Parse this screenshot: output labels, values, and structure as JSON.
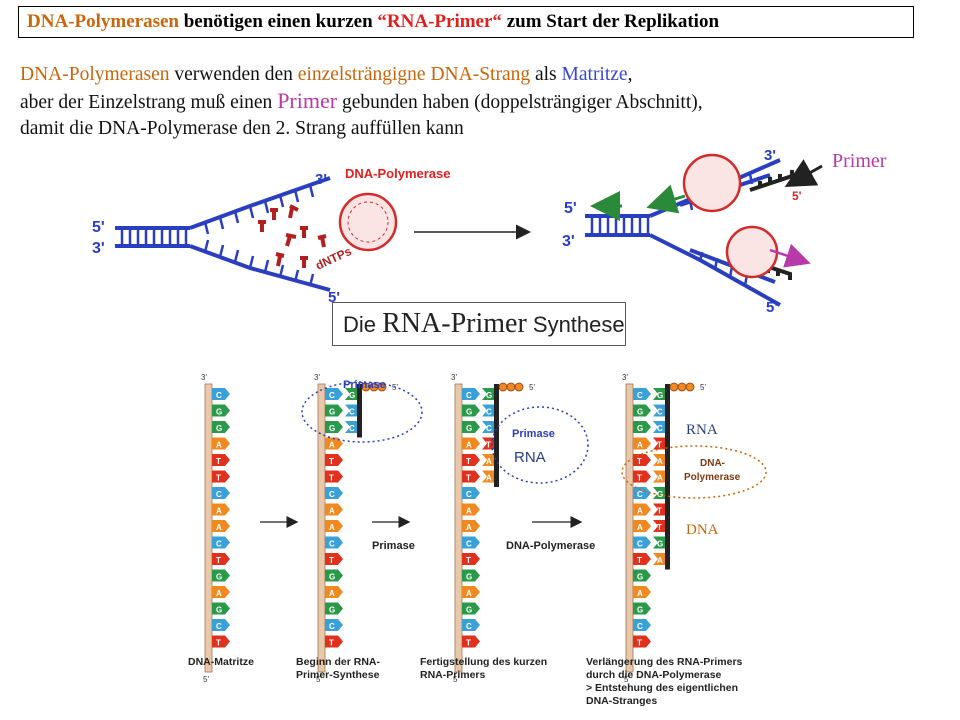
{
  "title": {
    "part1": "DNA-Polymerasen",
    "part2": " benötigen  einen kurzen ",
    "part3": "“RNA-Primer“",
    "part4": " zum Start der Replikation"
  },
  "intro": {
    "line1_a": "DNA-Polymerasen",
    "line1_b": " verwenden den ",
    "line1_c": "einzelsträngigne DNA-Strang",
    "line1_d": " als ",
    "line1_e": "Matritze",
    "line1_f": ",",
    "line2_a": "aber der Einzelstrang muß einen ",
    "line2_b": "Primer",
    "line2_c": " gebunden haben (doppelsträngiger Abschnitt),",
    "line3": "damit die DNA-Polymerase den 2. Strang auffüllen kann"
  },
  "top_diagram": {
    "polymerase_label": "DNA-Polymerase",
    "primer_label": "Primer",
    "dntps_label": "dNTPs",
    "five_prime": "5'",
    "three_prime": "3'"
  },
  "section_title": {
    "a": "Die ",
    "b": "RNA-Primer",
    "c": " Synthese"
  },
  "bottom_diagram": {
    "template_bases": [
      "C",
      "G",
      "G",
      "A",
      "T",
      "T",
      "C",
      "A",
      "A",
      "C",
      "T",
      "G",
      "A",
      "G",
      "C",
      "T"
    ],
    "primase_label": "Primase",
    "rna_label": "RNA",
    "dna_label": "DNA",
    "dna_poly_label_1": "DNA-",
    "dna_poly_label_2": "Polymerase",
    "arrow1_label": "Primase",
    "arrow2_label": "DNA-Polymerase",
    "prime3": "3'",
    "prime5": "5'",
    "captions": [
      [
        "DNA-Matritze"
      ],
      [
        "Beginn der RNA-",
        "Primer-Synthese"
      ],
      [
        "Fertigstellung des kurzen",
        "RNA-Primers"
      ],
      [
        "Verlängerung des RNA-Primers",
        "durch die DNA-Polymerase",
        "> Entstehung des eigentlichen",
        "DNA-Stranges"
      ]
    ]
  },
  "colors": {
    "title_orange": "#c8660c",
    "red": "#e0201e",
    "blue": "#3a48c8",
    "magenta": "#b83aa8",
    "strand_blue": "#2a3ec0"
  }
}
